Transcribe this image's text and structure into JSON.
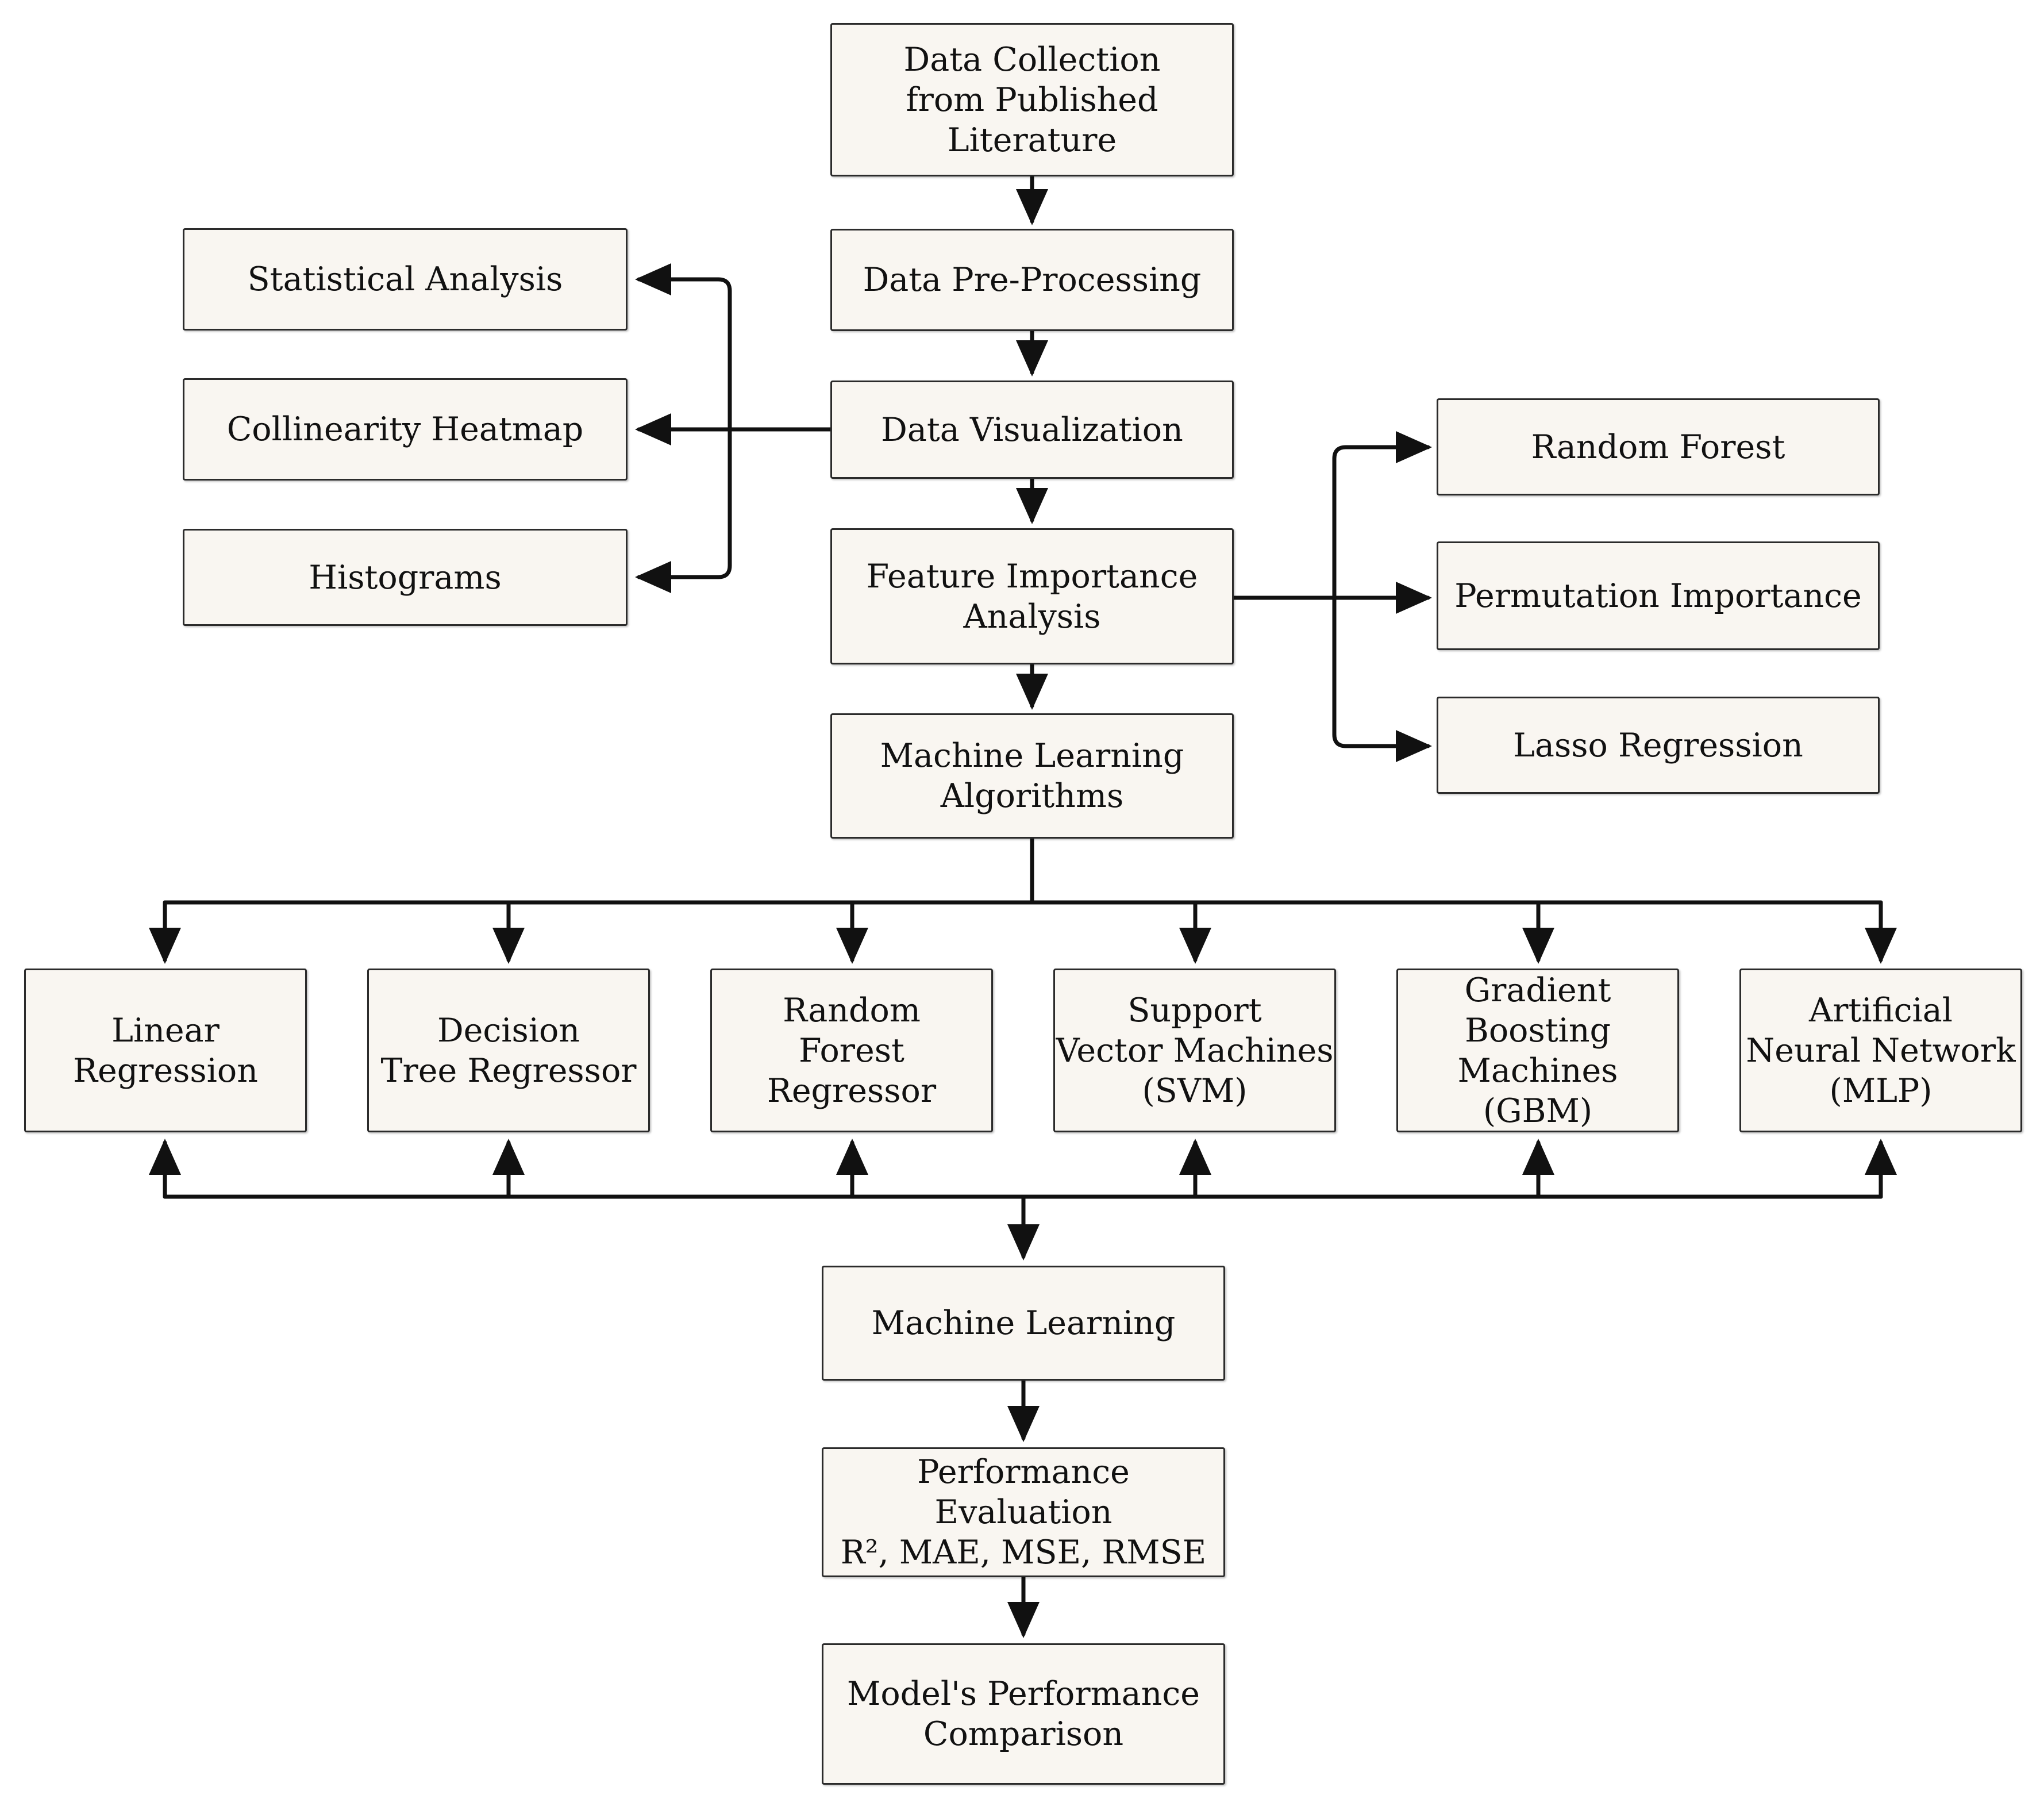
{
  "flow": {
    "data_collection": "Data Collection\nfrom Published\nLiterature",
    "data_preprocessing": "Data Pre-Processing",
    "data_visualization": "Data Visualization",
    "feature_importance": "Feature Importance\nAnalysis",
    "ml_algorithms": "Machine Learning\nAlgorithms",
    "machine_learning": "Machine Learning",
    "performance_evaluation": "Performance Evaluation\nR², MAE, MSE, RMSE",
    "model_comparison": "Model's Performance\nComparison"
  },
  "visualization_outputs": {
    "statistical_analysis": "Statistical Analysis",
    "collinearity_heatmap": "Collinearity Heatmap",
    "histograms": "Histograms"
  },
  "feature_methods": {
    "random_forest": "Random Forest",
    "permutation_importance": "Permutation Importance",
    "lasso_regression": "Lasso Regression"
  },
  "algorithms": {
    "linear_regression": "Linear\nRegression",
    "decision_tree": "Decision\nTree Regressor",
    "random_forest_regressor": "Random\nForest Regressor",
    "svm": "Support\nVector Machines\n(SVM)",
    "gbm": "Gradient\nBoosting\nMachines (GBM)",
    "ann": "Artificial\nNeural Network\n(MLP)"
  },
  "colors": {
    "box_fill": "#f9f6f1",
    "border": "#2b2b2b",
    "connector": "#111111"
  }
}
